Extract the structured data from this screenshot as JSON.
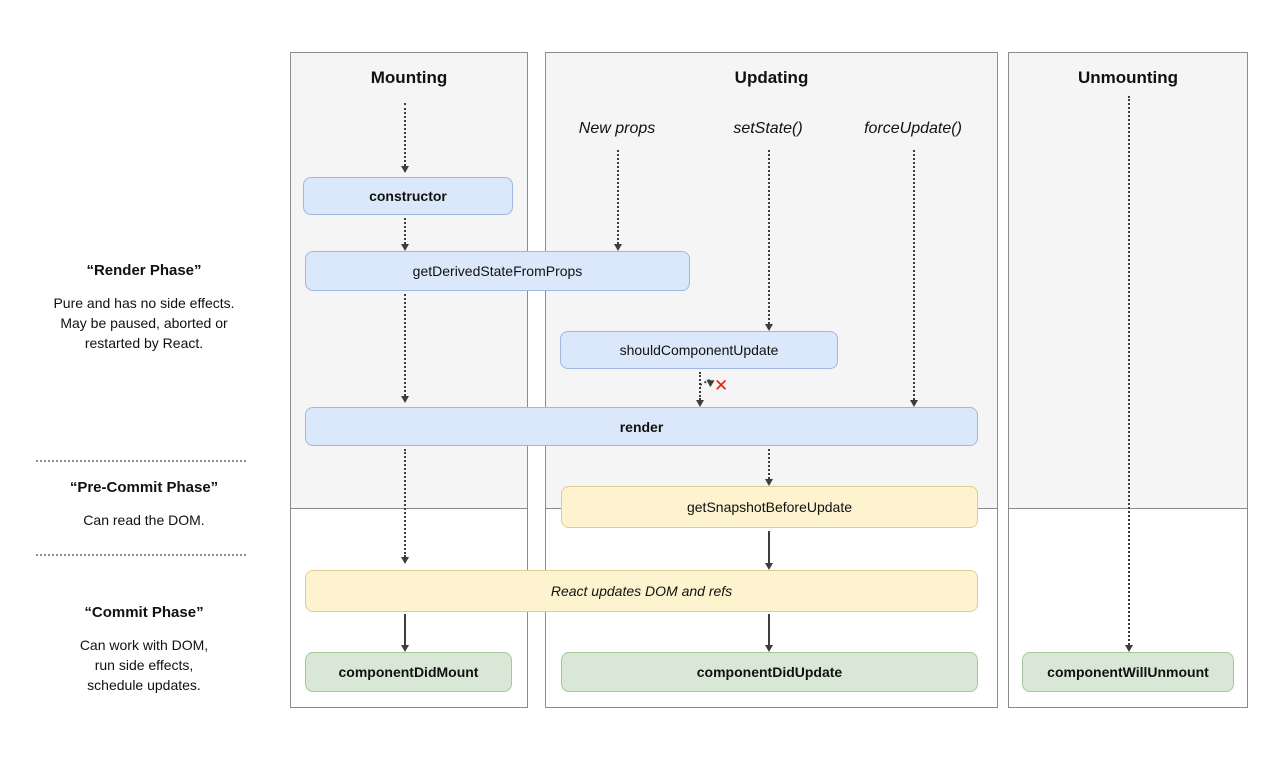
{
  "columns": {
    "mounting": {
      "title": "Mounting"
    },
    "updating": {
      "title": "Updating",
      "triggers": [
        "New props",
        "setState()",
        "forceUpdate()"
      ]
    },
    "unmounting": {
      "title": "Unmounting"
    }
  },
  "phase_labels": {
    "render": {
      "title": "“Render Phase”",
      "lines": [
        "Pure and has no side effects.",
        "May be paused, aborted or",
        "restarted by React."
      ]
    },
    "pre_commit": {
      "title": "“Pre-Commit Phase”",
      "lines": [
        "Can read the DOM."
      ]
    },
    "commit": {
      "title": "“Commit Phase”",
      "lines": [
        "Can work with DOM,",
        "run side effects,",
        "schedule updates."
      ]
    }
  },
  "methods": {
    "constructor": "constructor",
    "getDerivedStateFromProps": "getDerivedStateFromProps",
    "shouldComponentUpdate": "shouldComponentUpdate",
    "render": "render",
    "getSnapshotBeforeUpdate": "getSnapshotBeforeUpdate",
    "reactUpdates": "React updates DOM and refs",
    "componentDidMount": "componentDidMount",
    "componentDidUpdate": "componentDidUpdate",
    "componentWillUnmount": "componentWillUnmount"
  },
  "icons": {
    "bail_out": "✕"
  },
  "colors": {
    "panel_bg": "#f5f5f6",
    "panel_border": "#8c8c8c",
    "blue_fill": "#dbe8fb",
    "blue_border": "#9fb8dd",
    "yellow_fill": "#fdf3cf",
    "yellow_border": "#dfcc93",
    "green_fill": "#d9e8d6",
    "green_border": "#a6c69d",
    "arrow_color": "#3d3d3d",
    "x_color": "#e32119",
    "text_color": "#111111"
  }
}
